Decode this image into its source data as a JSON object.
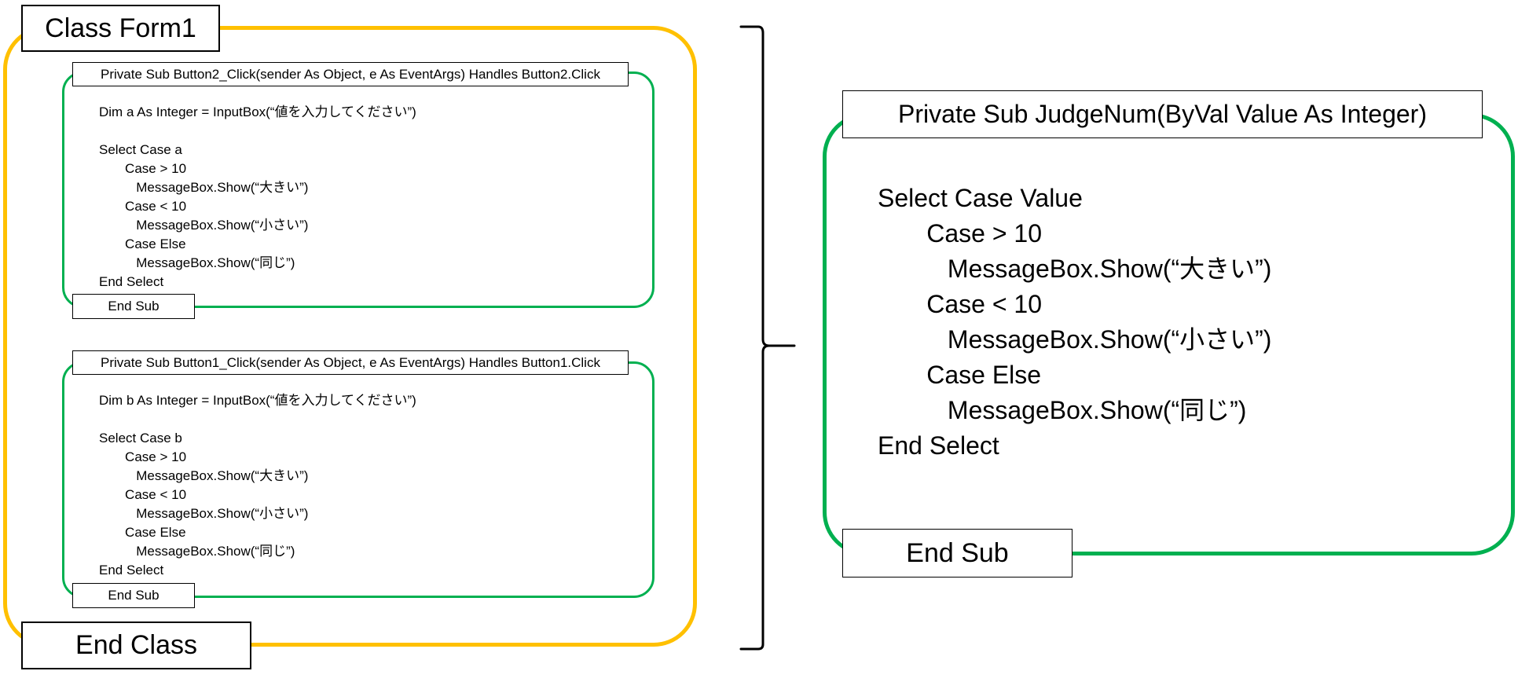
{
  "colors": {
    "class_border": "#FFC000",
    "sub_border": "#00B050",
    "text": "#000000"
  },
  "class_block": {
    "header": "Class Form1",
    "footer": "End Class"
  },
  "button2_sub": {
    "header": "Private Sub Button2_Click(sender As Object, e As EventArgs) Handles Button2.Click",
    "code": "Dim a As Integer = InputBox(“値を入力してください”)\n\nSelect Case a\n       Case > 10\n          MessageBox.Show(“大きい”)\n       Case < 10\n          MessageBox.Show(“小さい”)\n       Case Else\n          MessageBox.Show(“同じ”)\nEnd Select",
    "footer": "End Sub"
  },
  "button1_sub": {
    "header": "Private Sub Button1_Click(sender As Object, e As EventArgs) Handles Button1.Click",
    "code": "Dim b As Integer = InputBox(“値を入力してください”)\n\nSelect Case b\n       Case > 10\n          MessageBox.Show(“大きい”)\n       Case < 10\n          MessageBox.Show(“小さい”)\n       Case Else\n          MessageBox.Show(“同じ”)\nEnd Select",
    "footer": "End Sub"
  },
  "judge_sub": {
    "header": "Private Sub JudgeNum(ByVal Value As Integer)",
    "code": "Select Case Value\n       Case > 10\n          MessageBox.Show(“大きい”)\n       Case < 10\n          MessageBox.Show(“小さい”)\n       Case Else\n          MessageBox.Show(“同じ”)\nEnd Select",
    "footer": "End Sub"
  }
}
